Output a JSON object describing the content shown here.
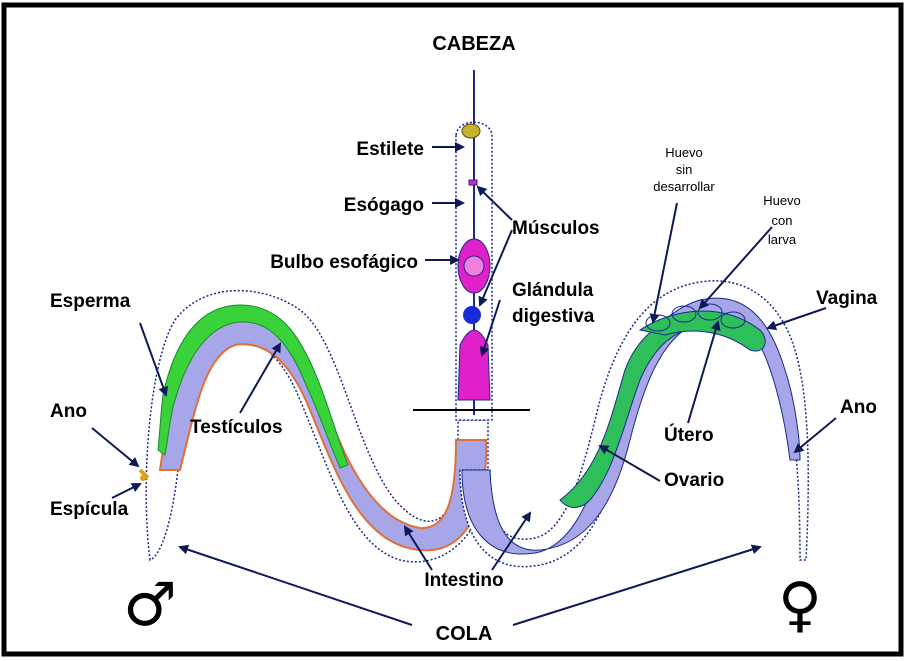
{
  "title": "CABEZA",
  "tail": "COLA",
  "symbols": {
    "male": "♂",
    "female": "♀"
  },
  "labels": {
    "estilete": "Estilete",
    "esogago": "Esógago",
    "bulbo": "Bulbo esofágico",
    "musculos": "Músculos",
    "glandula_1": "Glándula",
    "glandula_2": "digestiva",
    "esperma": "Esperma",
    "ano_left": "Ano",
    "ano_right": "Ano",
    "espicula": "Espícula",
    "testiculos": "Testículos",
    "intestino": "Intestino",
    "huevo_sin_1": "Huevo",
    "huevo_sin_2": "sin",
    "huevo_sin_3": "desarrollar",
    "huevo_con_1": "Huevo",
    "huevo_con_2": "con",
    "huevo_con_3": "larva",
    "vagina": "Vagina",
    "utero": "Útero",
    "ovario": "Ovario"
  },
  "colors": {
    "frame": "#000000",
    "body_outline": "#1a2a8a",
    "intestine": "#a6a6e8",
    "testis_green": "#3ad23a",
    "ovary_green": "#2fbf5a",
    "gland_magenta": "#e020c8",
    "arrow": "#0d1a55",
    "stylet": "#c8b030",
    "orange_line": "#e0703a"
  }
}
